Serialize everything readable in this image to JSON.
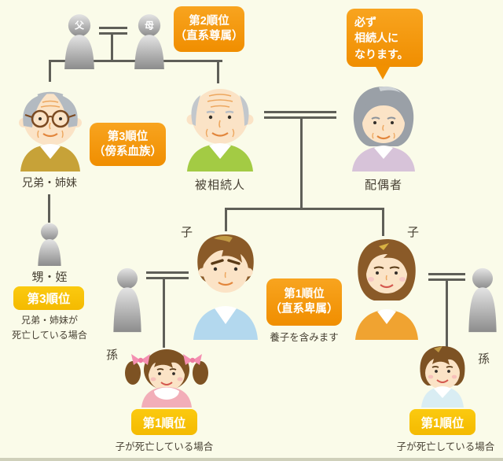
{
  "people": {
    "father": "父",
    "mother": "母",
    "siblings": "兄弟・姉妹",
    "decedent": "被相続人",
    "spouse": "配偶者",
    "nephew_niece": "甥・姪",
    "child_left": "子",
    "child_right": "子",
    "grandchild_left": "孫",
    "grandchild_right": "孫"
  },
  "badges": {
    "rank2": {
      "line1": "第2順位",
      "line2": "（直系尊属）"
    },
    "rank3_main": {
      "line1": "第3順位",
      "line2": "（傍系血族）"
    },
    "rank3_sub": "第3順位",
    "rank1_main": {
      "line1": "第1順位",
      "line2": "（直系卑属）"
    },
    "rank1_sub_left": "第1順位",
    "rank1_sub_right": "第1順位"
  },
  "callout": {
    "line1": "必ず",
    "line2": "相続人に",
    "line3": "なります。"
  },
  "notes": {
    "nephew": {
      "line1": "兄弟・姉妹が",
      "line2": "死亡している場合"
    },
    "adopted": "養子を含みます",
    "grandchild_left": "子が死亡している場合",
    "grandchild_right": "子が死亡している場合"
  },
  "colors": {
    "background": "#fafbe9",
    "accent_orange": "#f3921b",
    "accent_gold": "#f9c404",
    "line": "#5f5f58",
    "text": "#474033"
  }
}
